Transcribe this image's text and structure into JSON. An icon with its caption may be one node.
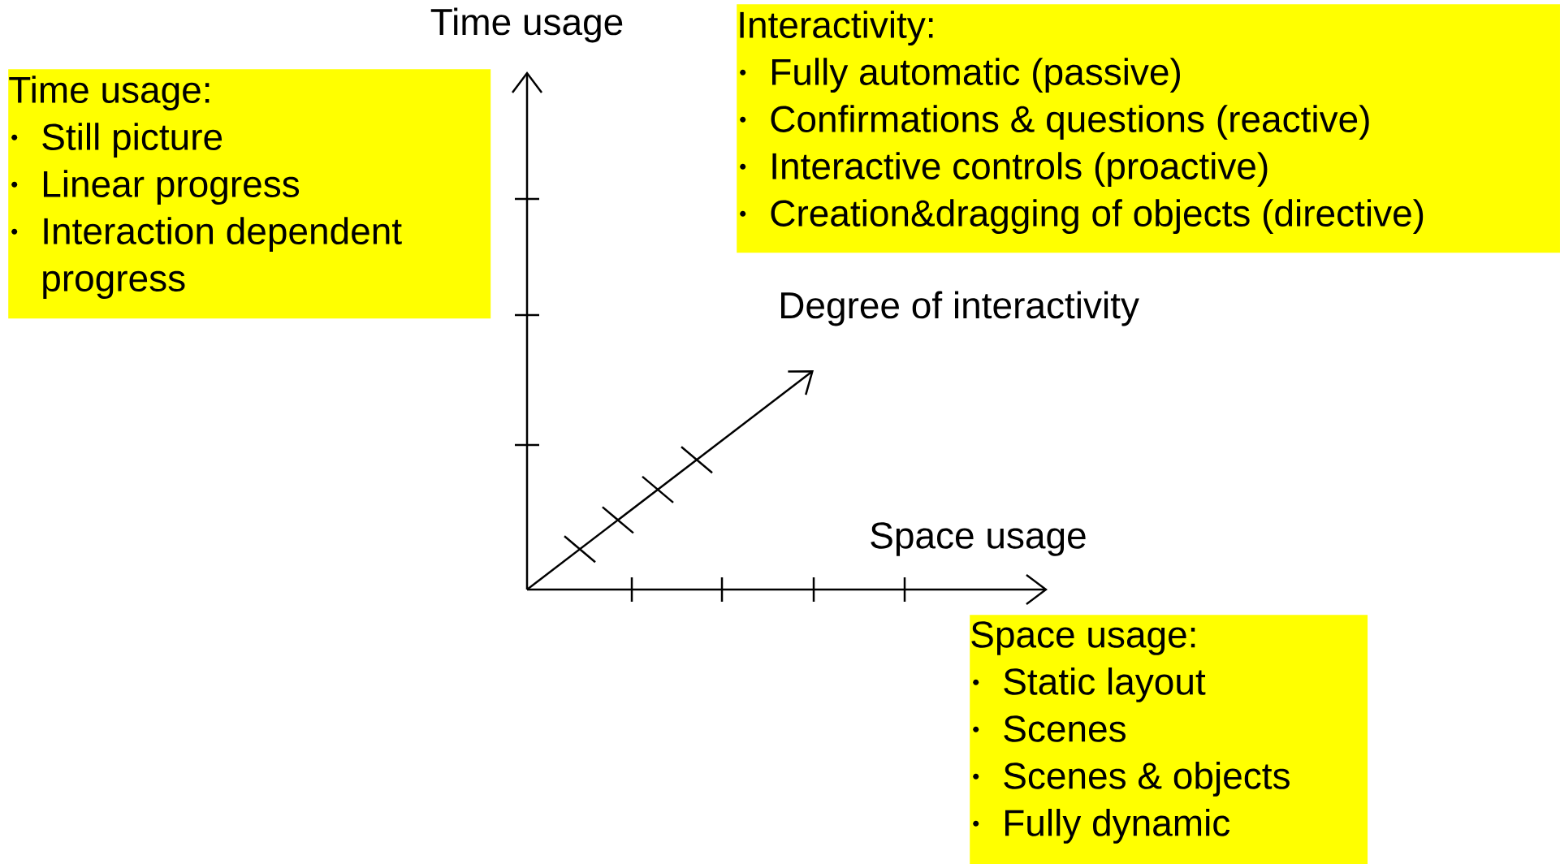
{
  "diagram": {
    "nodes": [
      {
        "text": [
          "Time usage:",
          "Still picture",
          "Linear progress",
          "Interaction dependent progress"
        ]
      },
      {
        "text": [
          "Interactivity:",
          "Fully automatic (passive)",
          "Confirmations & questions (reactive)",
          "Interactive controls (proactive)",
          "Creation&dragging of objects (directive)"
        ]
      },
      {
        "text": [
          "Space usage:",
          "Static layout",
          "Scenes",
          "Scenes & objects",
          "Fully dynamic"
        ]
      }
    ],
    "edges": [],
    "labels": [
      "Time usage",
      "Degree of interactivity",
      "Space usage"
    ]
  }
}
